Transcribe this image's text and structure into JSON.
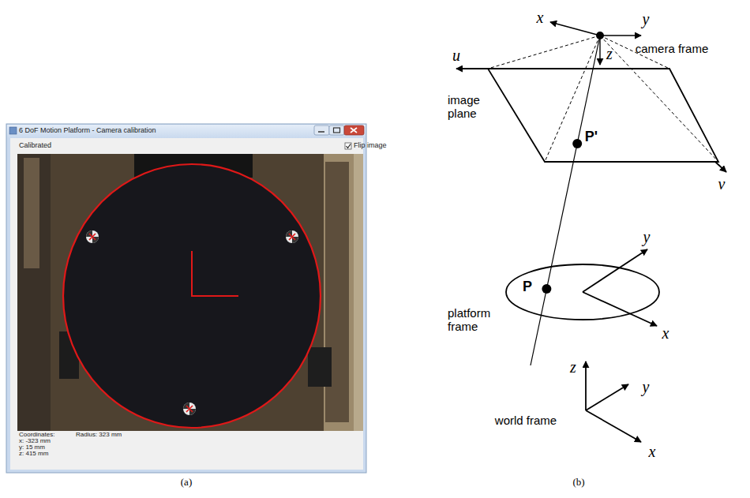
{
  "diagram": {
    "labels": [
      "6 DoF Motion Platform - Camera calibration",
      "Calibrated",
      "Flip image",
      "Coordinates:",
      "x: -323 mm",
      "y: 15 mm",
      "z: 415 mm",
      "Radius: 323 mm",
      "(a)",
      "x",
      "y",
      "camera frame",
      "z",
      "u",
      "image plane",
      "P'",
      "v",
      "P",
      "y",
      "platform frame",
      "x",
      "z",
      "y",
      "x",
      "world frame",
      "(b)"
    ]
  }
}
